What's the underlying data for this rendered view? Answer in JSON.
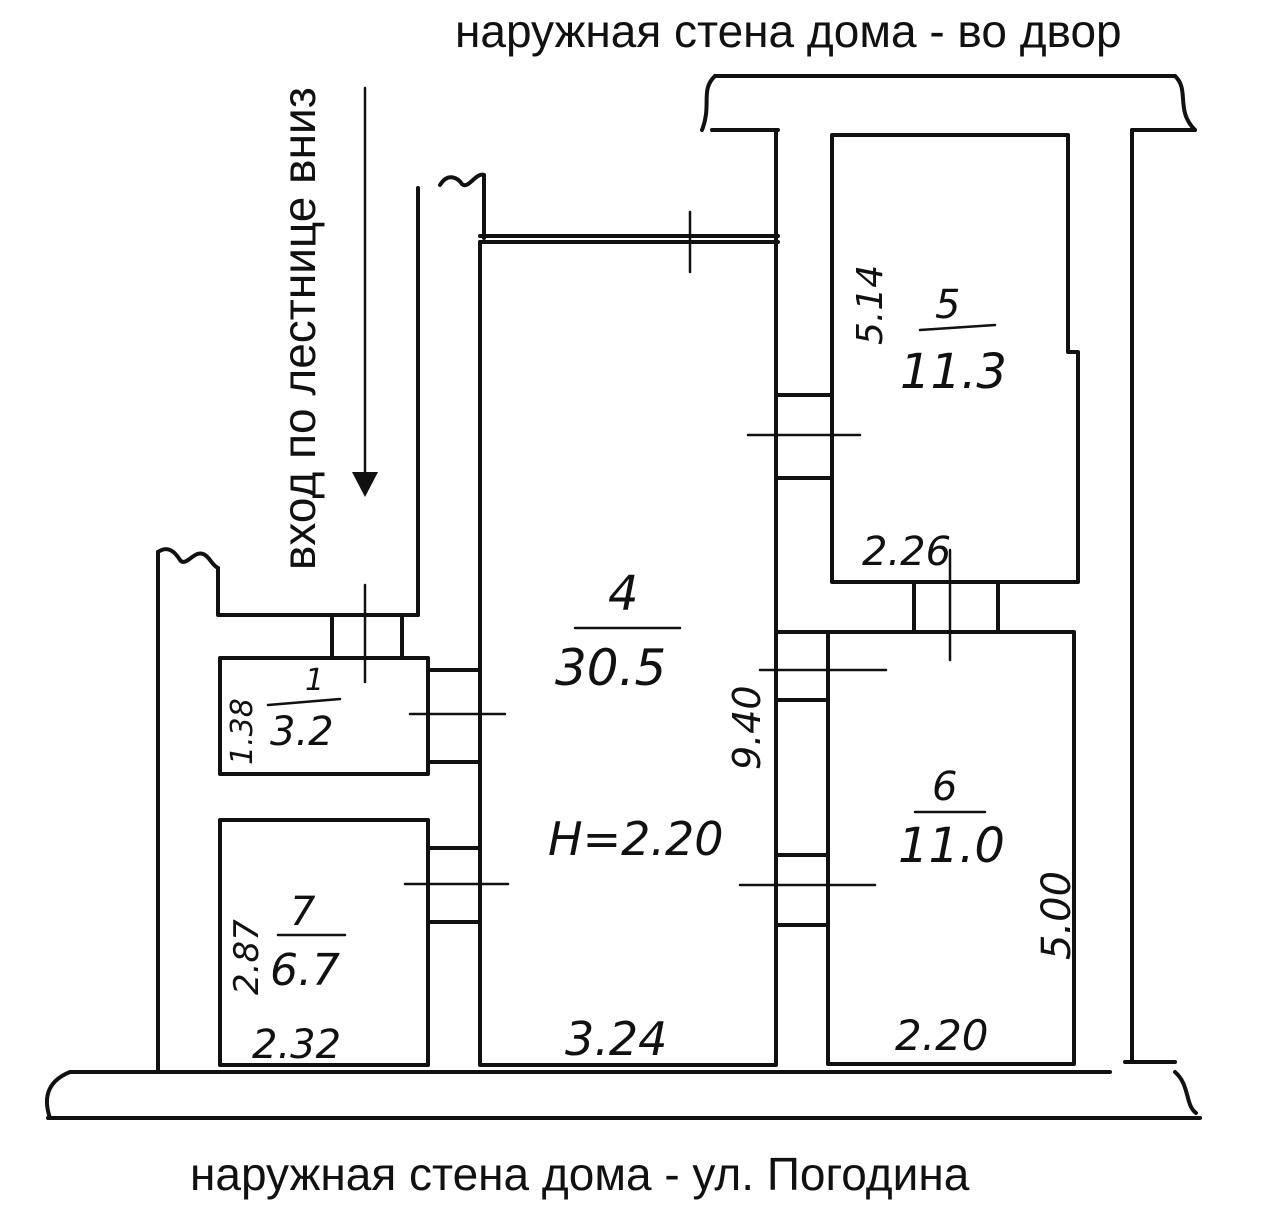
{
  "captions": {
    "top": "наружная стена дома - во двор",
    "bottom": "наружная стена дома - ул. Погодина",
    "entrance": "вход по лестнице вниз"
  },
  "rooms": {
    "r1": {
      "number": "1",
      "area": "3.2",
      "side": "1.38"
    },
    "r4": {
      "number": "4",
      "area": "30.5",
      "height": "H=2.20",
      "length": "9.40",
      "width": "3.24"
    },
    "r5": {
      "number": "5",
      "area": "11.3",
      "side": "5.14",
      "width": "2.26"
    },
    "r6": {
      "number": "6",
      "area": "11.0",
      "side": "5.00",
      "width": "2.20"
    },
    "r7": {
      "number": "7",
      "area": "6.7",
      "side": "2.87",
      "width": "2.32"
    }
  },
  "colors": {
    "ink": "#111111",
    "paper": "#ffffff"
  }
}
